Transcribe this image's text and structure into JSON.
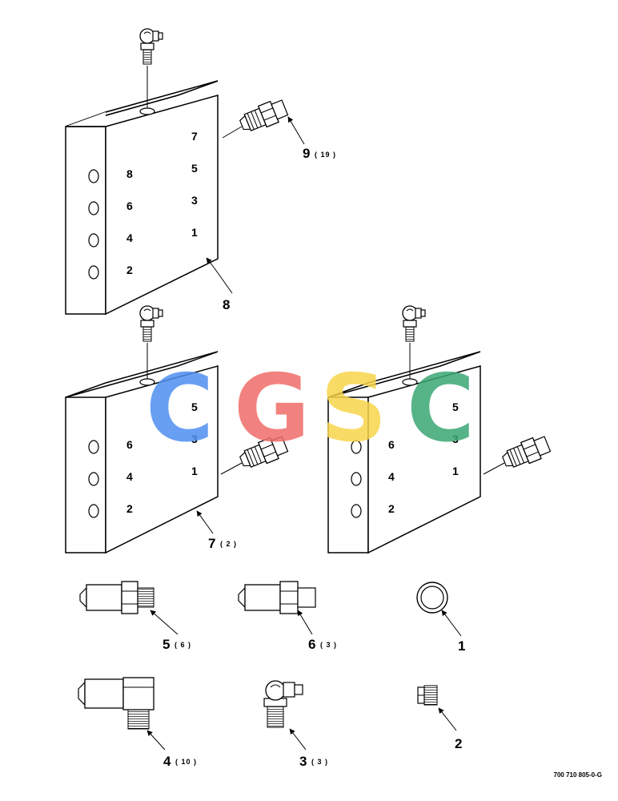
{
  "blocks": [
    {
      "callout": "8",
      "qty": "",
      "left_ports": [
        "8",
        "6",
        "4",
        "2"
      ],
      "right_ports": [
        "7",
        "5",
        "3",
        "1"
      ]
    },
    {
      "callout": "7",
      "qty": "( 2 )",
      "left_ports": [
        "6",
        "4",
        "2"
      ],
      "right_ports": [
        "5",
        "3",
        "1"
      ]
    },
    {
      "callout": "",
      "qty": "",
      "left_ports": [
        "6",
        "4",
        "2"
      ],
      "right_ports": [
        "5",
        "3",
        "1"
      ]
    }
  ],
  "parts": [
    {
      "id": "9",
      "qty": "( 19 )"
    },
    {
      "id": "5",
      "qty": "( 6 )"
    },
    {
      "id": "6",
      "qty": "( 3 )"
    },
    {
      "id": "1",
      "qty": ""
    },
    {
      "id": "4",
      "qty": "( 10 )"
    },
    {
      "id": "3",
      "qty": "( 3 )"
    },
    {
      "id": "2",
      "qty": ""
    }
  ],
  "watermark": {
    "letters": [
      "C",
      "G",
      "S",
      "C"
    ],
    "colors": [
      "#4f8ff0",
      "#ef6d69",
      "#f7d54a",
      "#3aa674"
    ]
  },
  "drawing_code": "700 710 805-0-G"
}
